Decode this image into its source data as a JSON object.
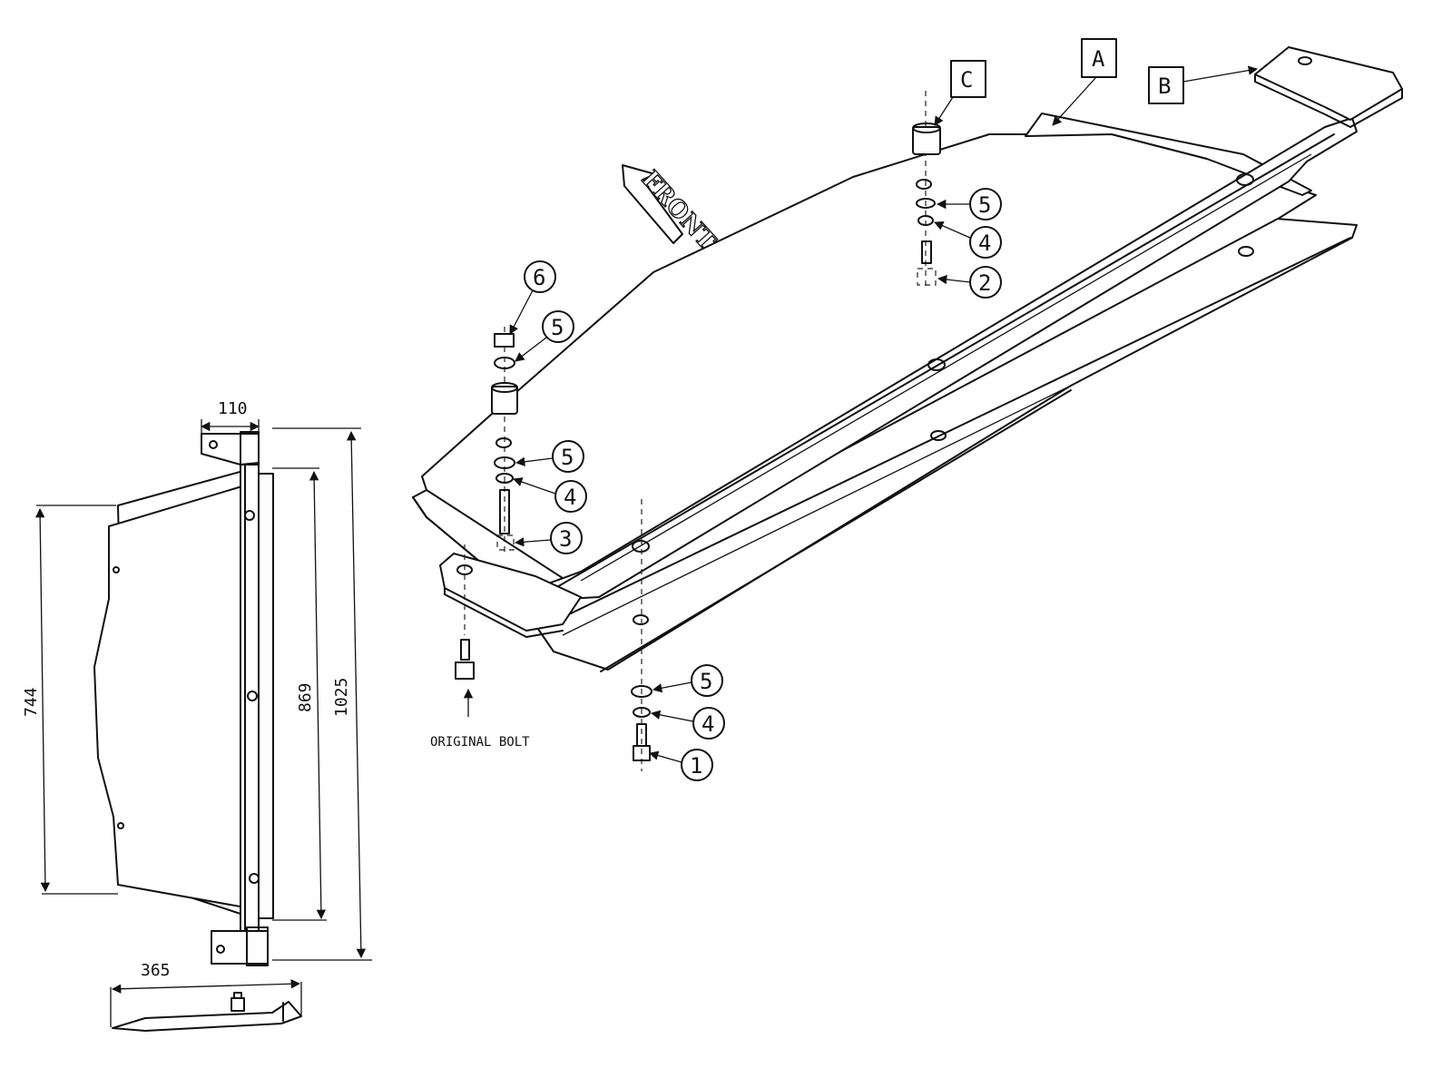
{
  "labels": {
    "front": "FRONT",
    "original_bolt": "ORIGINAL BOLT",
    "part_a": "A",
    "part_b": "B",
    "part_c": "C"
  },
  "callouts": {
    "c5_top": "5",
    "c4_top": "4",
    "c2_top": "2",
    "c6": "6",
    "c5_mid": "5",
    "c5_low": "5",
    "c4_low": "4",
    "c3": "3",
    "c5_bot": "5",
    "c4_bot": "4",
    "c1_bot": "1"
  },
  "dimensions": {
    "width_top": "110",
    "height_total": "1025",
    "height_inner": "869",
    "height_plate": "744",
    "width_bottom": "365"
  }
}
